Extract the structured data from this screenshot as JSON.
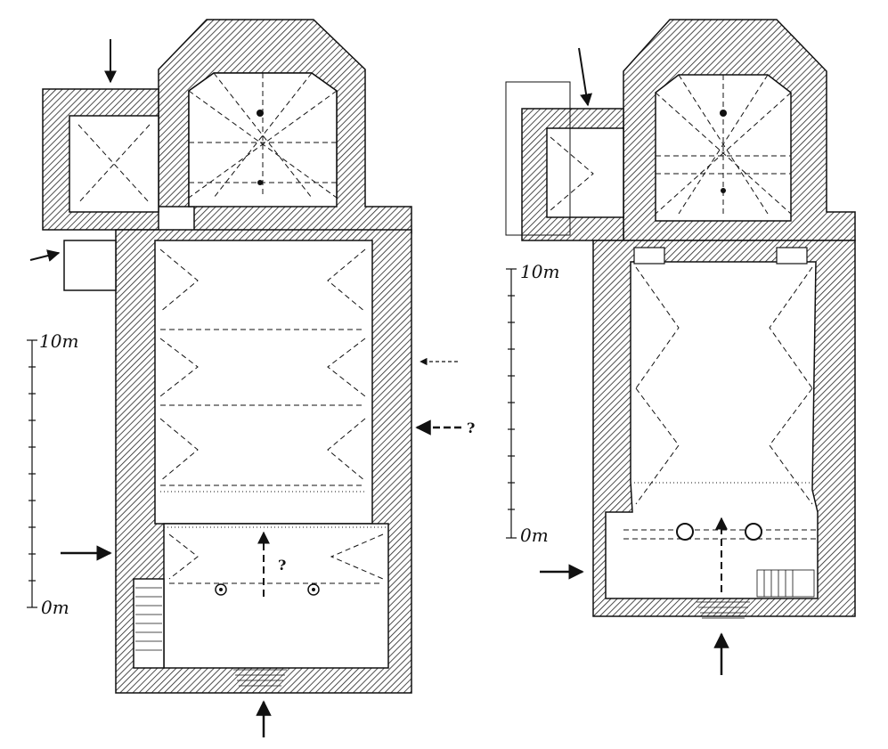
{
  "left_plan": {
    "scale_top_label": "10m",
    "scale_bottom_label": "0m",
    "entrance_question_1": "?",
    "entrance_question_2": "?"
  },
  "right_plan": {
    "scale_top_label": "10m",
    "scale_bottom_label": "0m"
  },
  "colors": {
    "ink": "#111111",
    "paper": "#ffffff"
  }
}
